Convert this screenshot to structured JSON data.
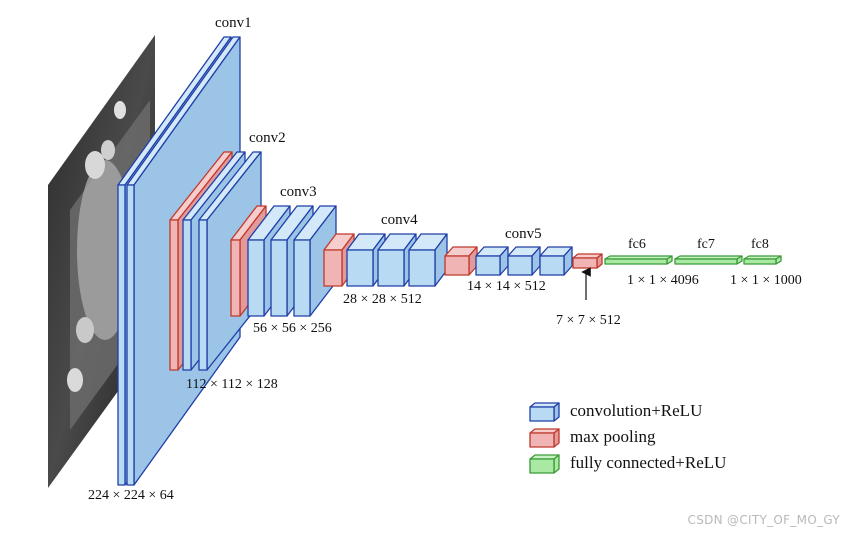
{
  "layers": {
    "conv1": "conv1",
    "conv2": "conv2",
    "conv3": "conv3",
    "conv4": "conv4",
    "conv5": "conv5",
    "fc6": "fc6",
    "fc7": "fc7",
    "fc8": "fc8"
  },
  "dims": {
    "d224": "224 × 224 × 64",
    "d112": "112 × 112 × 128",
    "d56": "56 × 56 × 256",
    "d28": "28 × 28 × 512",
    "d14": "14 × 14 × 512",
    "d7": "7 × 7 × 512",
    "fc4096": "1 × 1 × 4096",
    "fc1000": "1 × 1 × 1000"
  },
  "legend": {
    "conv": "convolution+ReLU",
    "pool": "max pooling",
    "fc": "fully connected+ReLU"
  },
  "colors": {
    "conv_fill": "#b8daf3",
    "conv_top": "#d3e8f8",
    "conv_side": "#9cc4e6",
    "conv_stroke": "#1f3fa8",
    "pool_fill": "#f1b4b4",
    "pool_top": "#f6cdcd",
    "pool_side": "#e49a9a",
    "pool_stroke": "#c0392b",
    "fc_fill": "#a9e9a4",
    "fc_top": "#c8f2c4",
    "fc_stroke": "#3a9a37"
  },
  "watermark": "CSDN @CITY_OF_MO_GY"
}
